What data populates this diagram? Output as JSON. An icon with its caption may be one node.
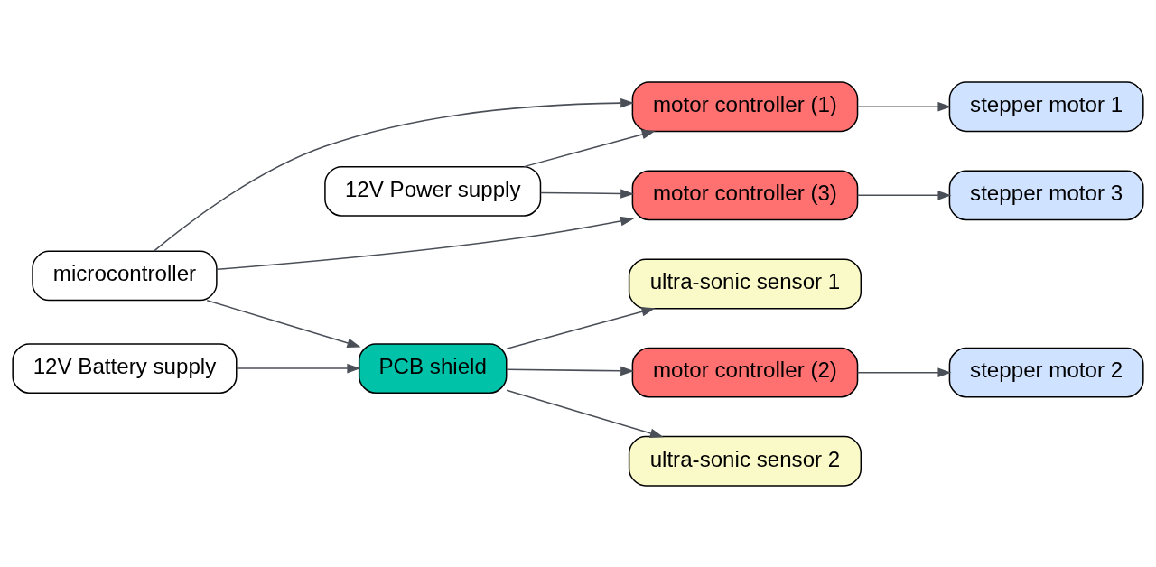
{
  "diagram": {
    "nodes": [
      {
        "text": [
          "stepper motor 1"
        ]
      },
      {
        "text": [
          "ultra-sonic sensor 1"
        ]
      },
      {
        "text": [
          "12V Power supply"
        ]
      },
      {
        "text": [
          "motor controller (1)"
        ]
      },
      {
        "text": [
          "12V Battery supply"
        ]
      },
      {
        "text": [
          "motor controller (2)"
        ]
      },
      {
        "text": [
          "stepper motor 2"
        ]
      },
      {
        "text": [
          "microcontroller"
        ]
      },
      {
        "text": [
          "PCB shield"
        ]
      },
      {
        "text": [
          "motor controller (3)"
        ]
      },
      {
        "text": [
          "ultra-sonic sensor 2"
        ]
      },
      {
        "text": [
          "stepper motor 3"
        ]
      }
    ],
    "edges": [
      {
        "from": 4,
        "to": 8,
        "arrow": "to"
      },
      {
        "from": 7,
        "to": 8,
        "arrow": "to"
      },
      {
        "from": 7,
        "to": 3,
        "arrow": "to"
      },
      {
        "from": 7,
        "to": 9,
        "arrow": "to"
      },
      {
        "from": 8,
        "to": 1,
        "arrow": "to"
      },
      {
        "from": 8,
        "to": 10,
        "arrow": "to"
      },
      {
        "from": 8,
        "to": 5,
        "arrow": "to"
      },
      {
        "from": 2,
        "to": 3,
        "arrow": "to"
      },
      {
        "from": 2,
        "to": 9,
        "arrow": "to"
      },
      {
        "from": 3,
        "to": 0,
        "arrow": "to"
      },
      {
        "from": 5,
        "to": 6,
        "arrow": "to"
      },
      {
        "from": 9,
        "to": 11,
        "arrow": "to"
      }
    ]
  }
}
